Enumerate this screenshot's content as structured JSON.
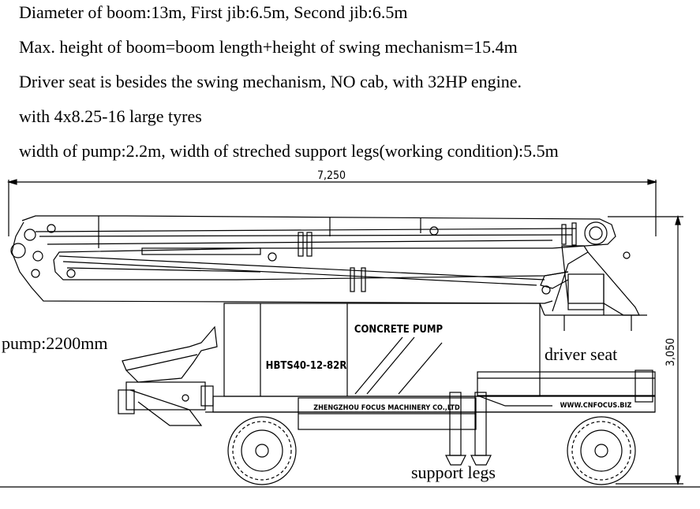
{
  "specs": {
    "line1": "Diameter of boom:13m, First jib:6.5m, Second jib:6.5m",
    "line2": "Max. height of boom=boom length+height of swing mechanism=15.4m",
    "line3": "Driver seat is besides the swing mechanism, NO cab, with 32HP engine.",
    "line4": "with 4x8.25-16 large tyres",
    "line5": "width of pump:2.2m, width of streched support legs(working condition):5.5m"
  },
  "dimensions": {
    "length": "7,250",
    "height": "3,050"
  },
  "machine_text": {
    "concrete_pump": "CONCRETE PUMP",
    "model": "HBTS40-12-82R",
    "company": "ZHENGZHOU FOCUS MACHINERY CO.,LTD",
    "website": "WWW.CNFOCUS.BIZ"
  },
  "callouts": {
    "pump": "pump:2200mm",
    "driver_seat": "driver seat",
    "support_legs": "support legs"
  },
  "colors": {
    "line": "#000000",
    "background": "#ffffff"
  }
}
